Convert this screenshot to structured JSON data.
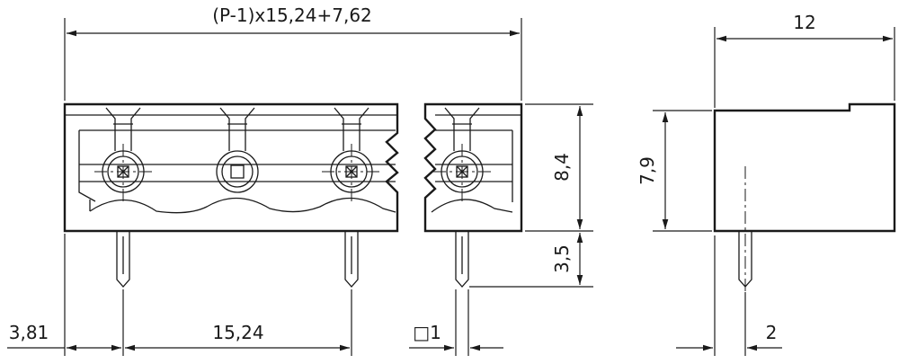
{
  "drawing": {
    "front_view": {
      "overall_length_label": "(P-1)x15,24+7,62",
      "body_height_label": "8,4",
      "pin_length_label": "3,5",
      "edge_offset_label": "3,81",
      "pitch_label": "15,24",
      "pin_square_label": "□1"
    },
    "side_view": {
      "depth_label": "12",
      "height_label": "7,9",
      "pin_offset_label": "2"
    }
  }
}
